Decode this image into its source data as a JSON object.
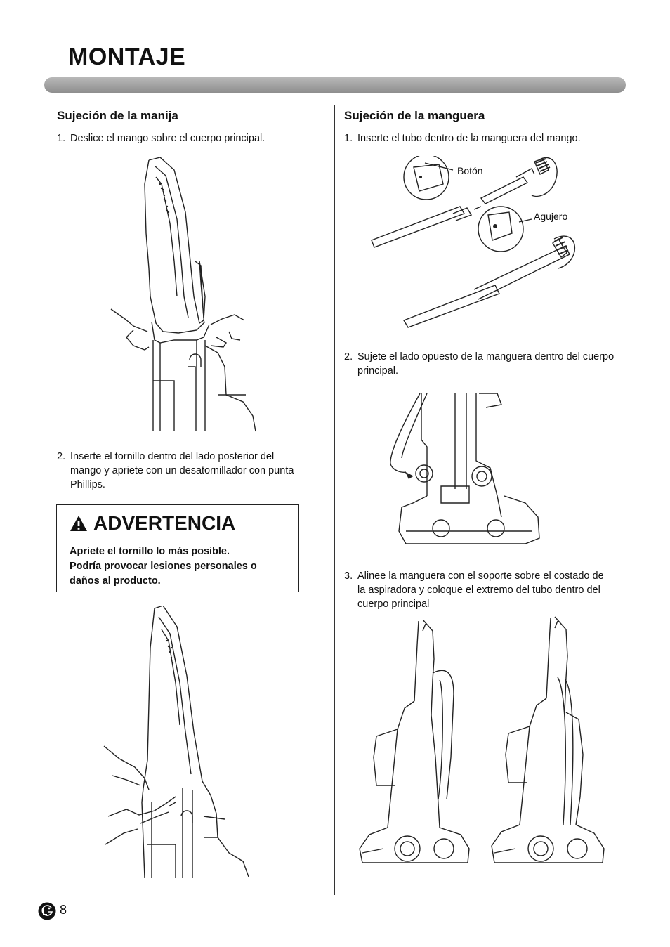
{
  "header": {
    "title": "MONTAJE"
  },
  "left": {
    "section_title": "Sujeción de la manija",
    "step1": {
      "num": "1.",
      "text": "Deslice el mango sobre el cuerpo principal."
    },
    "step2": {
      "num": "2.",
      "text": "Inserte el tornillo dentro del lado posterior del mango y apriete con un desatornillador con punta Phillips."
    },
    "warning": {
      "title": "ADVERTENCIA",
      "line1": "Apriete el tornillo lo más posible.",
      "line2": "Podría provocar lesiones personales o",
      "line3": "daños al producto."
    }
  },
  "right": {
    "section_title": "Sujeción de la manguera",
    "step1": {
      "num": "1.",
      "text": "Inserte el tubo dentro de la manguera del mango."
    },
    "callout_button": "Botón",
    "callout_hole": "Agujero",
    "step2": {
      "num": "2.",
      "text": "Sujete el lado opuesto de la manguera dentro del cuerpo principal."
    },
    "step3": {
      "num": "3.",
      "text": "Alinee la manguera con el soporte sobre el costado de la aspiradora y coloque el extremo del tubo dentro del cuerpo principal"
    }
  },
  "footer": {
    "page_number": "8",
    "logo": "lg-logo-icon"
  }
}
